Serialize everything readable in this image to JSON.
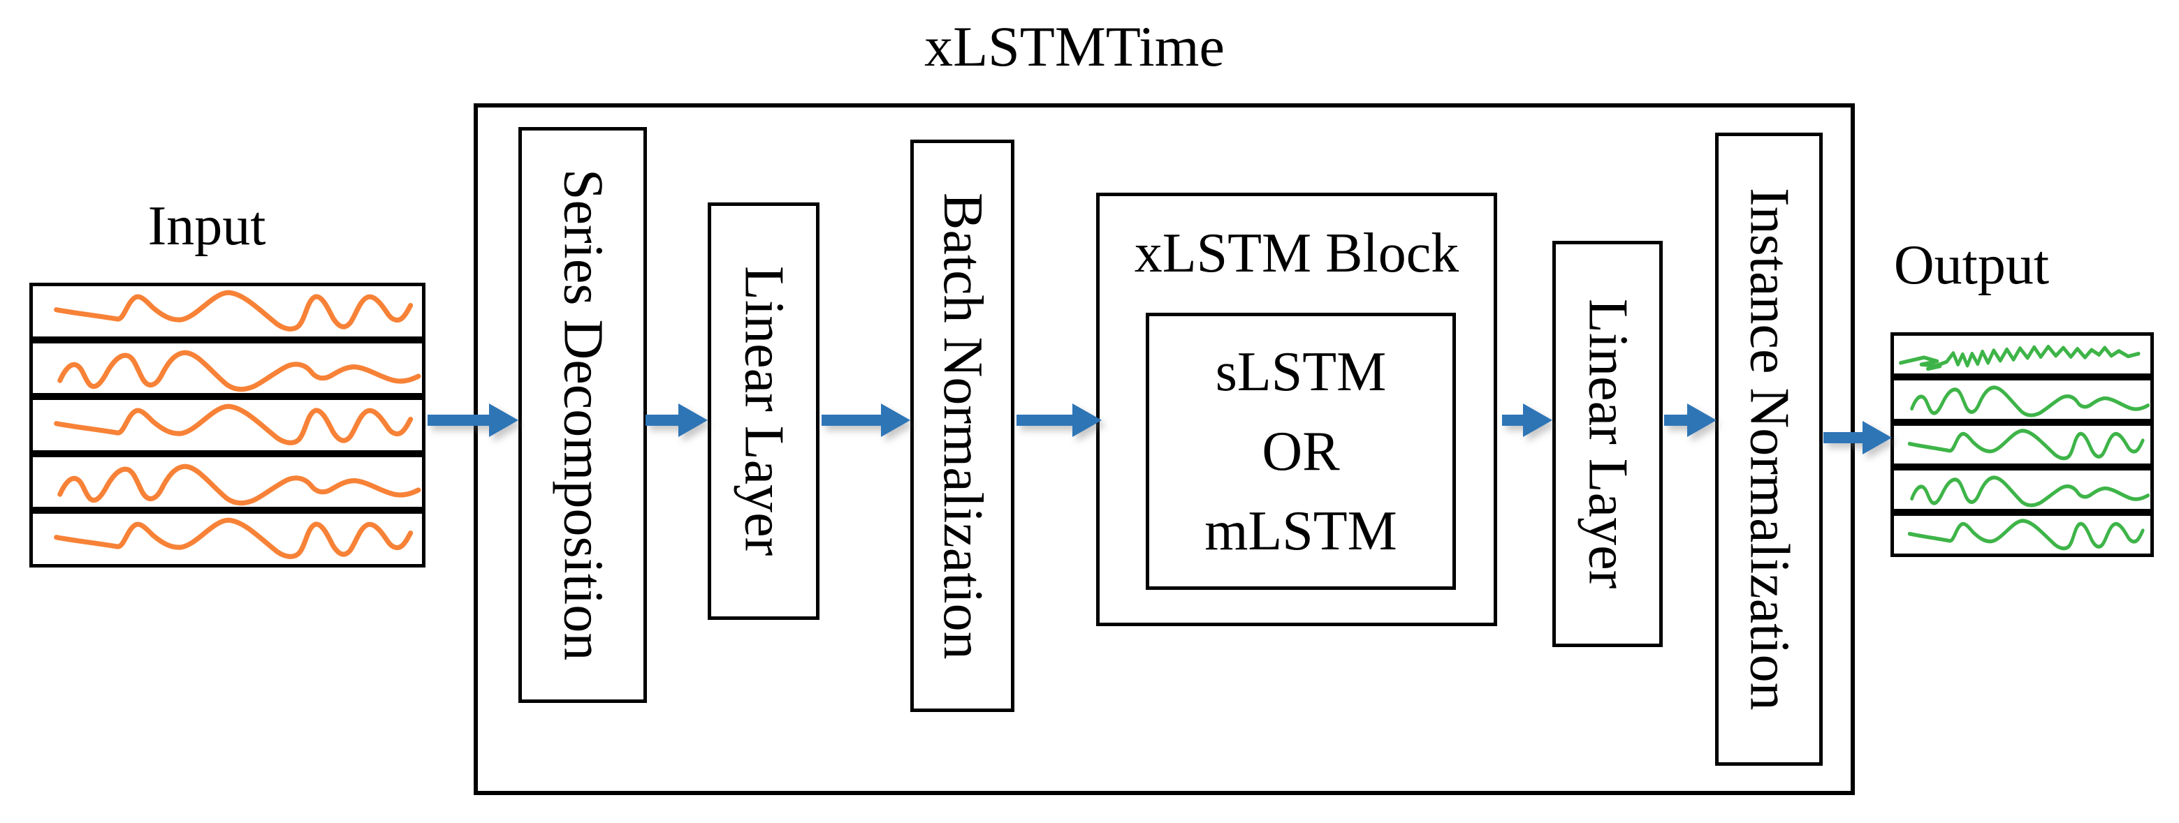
{
  "title": "xLSTMTime",
  "colors": {
    "arrow_blue": "#2E75B6",
    "input_wave_orange": "#F78237",
    "output_wave_green": "#3EB448",
    "line_black": "#000000"
  },
  "input": {
    "label": "Input",
    "rows": [
      "wave-a",
      "wave-b",
      "wave-a",
      "wave-b",
      "wave-a"
    ]
  },
  "output": {
    "label": "Output",
    "rows": [
      "noisy",
      "wave-b",
      "wave-a",
      "wave-b",
      "wave-a"
    ]
  },
  "pipeline": {
    "series_decomposition": {
      "label": "Series Decomposition"
    },
    "linear_layer_1": {
      "label": "Linear Layer"
    },
    "batch_normalization": {
      "label": "Batch Normalization"
    },
    "xlstm_block": {
      "label": "xLSTM Block",
      "options": [
        "sLSTM",
        "OR",
        "mLSTM"
      ]
    },
    "linear_layer_2": {
      "label": "Linear Layer"
    },
    "instance_normalization": {
      "label": "Instance Normalization"
    }
  }
}
